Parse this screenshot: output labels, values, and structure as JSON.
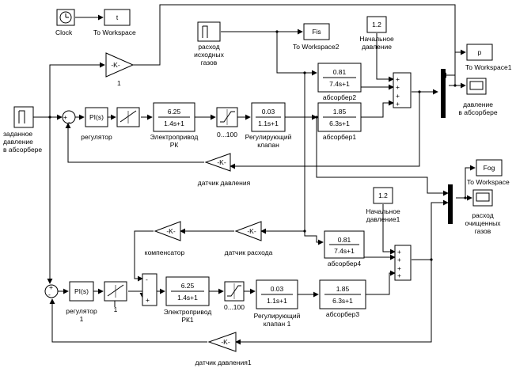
{
  "labels": {
    "clock": "Clock",
    "to_ws_t": "To Workspace",
    "to_ws_fis": "To Workspace2",
    "to_ws_p": "To Workspace1",
    "to_ws_fog": "To Workspace",
    "src_gas": "расход\nисходных\nгазов",
    "src_setpoint": "заданное\nдавление\nв абсорбере",
    "init_pressure": "Начальное\nдавление",
    "init_pressure1": "Начальное\nдавление1",
    "absorber2": "абсорбер2",
    "absorber1": "абсорбер1",
    "absorber4": "абсорбер4",
    "absorber3": "абсорбер3",
    "regulator": "регулятор",
    "regulator1": "регулятор\n1",
    "drive": "Электропривод\nРК",
    "drive1": "Электропривод\nРК1",
    "sat": "0...100",
    "sat1": "0...100",
    "valve": "Регулирующий\nклапан",
    "valve1": "Регулирующий\nклапан 1",
    "pressure_sensor": "датчик давления",
    "pressure_sensor1": "датчик давления1",
    "flow_sensor": "датчик расхода",
    "compensator": "компенсатор",
    "scope_pressure": "давление\nв абсорбере",
    "scope_flow": "расход\nочищенных\nгазов",
    "gain_top_label": "1",
    "gain_lower_label": "1"
  },
  "blocks": {
    "t": "t",
    "fis": "Fis",
    "p": "p",
    "fog": "Fog",
    "init_val": "1.2",
    "init_val1": "1.2",
    "gain_k": "-K-",
    "pi": "PI(s)",
    "pi1": "PI(s)",
    "drive_num": "6.25",
    "drive_den": "1.4s+1",
    "drive1_num": "6.25",
    "drive1_den": "1.4s+1",
    "valve_num": "0.03",
    "valve_den": "1.1s+1",
    "valve1_num": "0.03",
    "valve1_den": "1.1s+1",
    "abs1_num": "1.85",
    "abs1_den": "6.3s+1",
    "abs2_num": "0.81",
    "abs2_den": "7.4s+1",
    "abs3_num": "1.85",
    "abs3_den": "6.3s+1",
    "abs4_num": "0.81",
    "abs4_den": "7.4s+1",
    "fb_gain": "-K-",
    "fb_gain1": "-K-",
    "flow_gain": "-K-",
    "comp_gain": "-K-"
  }
}
